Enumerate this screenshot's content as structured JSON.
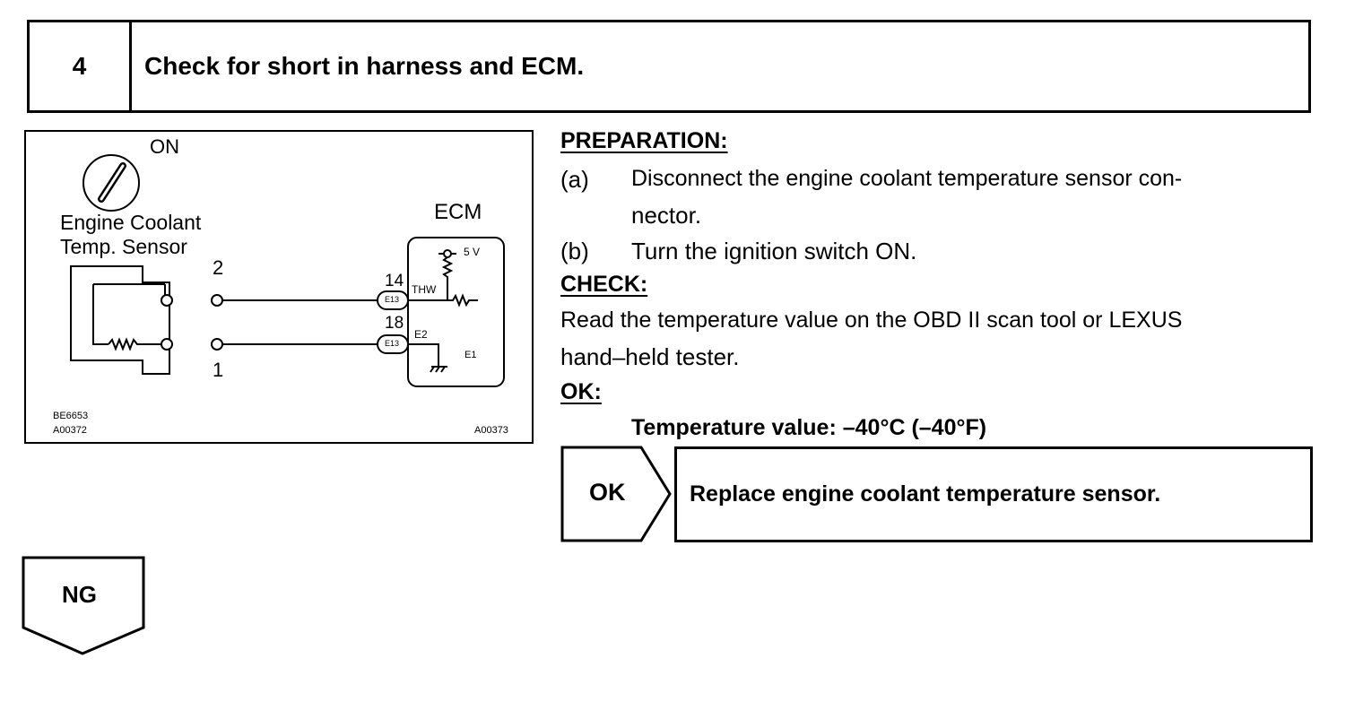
{
  "step": {
    "number": "4",
    "title": "Check for short in harness and ECM."
  },
  "diagram": {
    "switch_label": "ON",
    "sensor_label_line1": "Engine Coolant",
    "sensor_label_line2": "Temp. Sensor",
    "ecm_label": "ECM",
    "pin_2": "2",
    "pin_1": "1",
    "pin_14": "14",
    "pin_18": "18",
    "conn_a": "E13",
    "conn_b": "E13",
    "sig_thw": "THW",
    "sig_e2": "E2",
    "sig_e1": "E1",
    "voltage": "5 V",
    "code_1": "BE6653",
    "code_2": "A00372",
    "code_3": "A00373"
  },
  "preparation": {
    "heading": "PREPARATION:",
    "a_marker": "(a)",
    "a_line1": "Disconnect the engine coolant temperature sensor con-",
    "a_line2": "nector.",
    "b_marker": "(b)",
    "b_line1": "Turn the ignition switch ON."
  },
  "check": {
    "heading": "CHECK:",
    "line1": "Read the temperature value on the OBD II scan tool or LEXUS",
    "line2": "hand–held tester."
  },
  "ok": {
    "heading": "OK:",
    "spec": "Temperature value: –40°C (–40°F)"
  },
  "result_ok": {
    "label": "OK",
    "action": "Replace engine coolant temperature sensor."
  },
  "result_ng": {
    "label": "NG"
  }
}
